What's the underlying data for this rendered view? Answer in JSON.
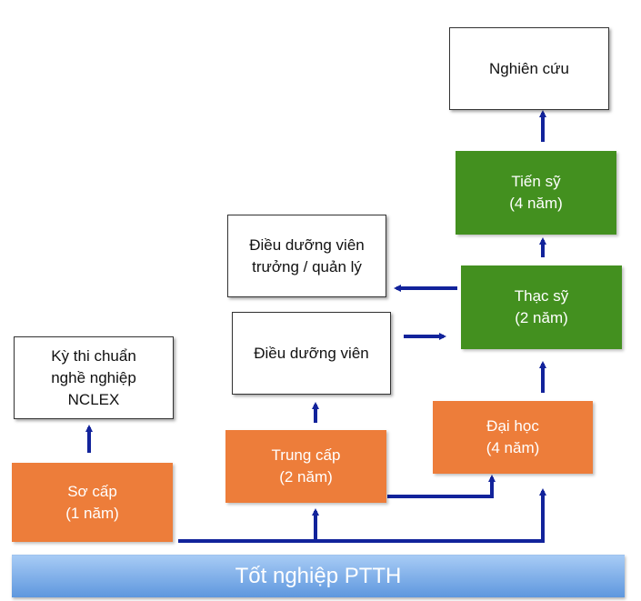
{
  "diagram": {
    "colors": {
      "vocational": "#ED7D3A",
      "postgraduate": "#43901F",
      "outcome_border": "#333333",
      "arrow": "#12239B",
      "base_top": "#A7CBF5",
      "base_bottom": "#5E97DE"
    },
    "base": {
      "label": "Tốt nghiệp PTTH"
    },
    "nodes": {
      "so_cap": {
        "line1": "Sơ cấp",
        "line2": "(1 năm)"
      },
      "trung_cap": {
        "line1": "Trung cấp",
        "line2": "(2 năm)"
      },
      "dai_hoc": {
        "line1": "Đại học",
        "line2": "(4 năm)"
      },
      "thac_sy": {
        "line1": "Thạc sỹ",
        "line2": "(2 năm)"
      },
      "tien_sy": {
        "line1": "Tiến sỹ",
        "line2": "(4 năm)"
      },
      "nclex": {
        "line1": "Kỳ thi chuẩn",
        "line2": "nghề nghiệp",
        "line3": "NCLEX"
      },
      "dieu_duong_vien": {
        "line1": "Điều dưỡng viên"
      },
      "dieu_duong_truong": {
        "line1": "Điều dưỡng viên",
        "line2": "trưởng / quản lý"
      },
      "nghien_cuu": {
        "line1": "Nghiên cứu"
      }
    },
    "edges": [
      [
        "Tốt nghiệp PTTH",
        "Trung cấp"
      ],
      [
        "Tốt nghiệp PTTH",
        "Đại học"
      ],
      [
        "Sơ cấp",
        "Kỳ thi chuẩn nghề nghiệp NCLEX"
      ],
      [
        "Trung cấp",
        "Điều dưỡng viên"
      ],
      [
        "Trung cấp",
        "Đại học"
      ],
      [
        "Điều dưỡng viên",
        "Thạc sỹ"
      ],
      [
        "Đại học",
        "Thạc sỹ"
      ],
      [
        "Thạc sỹ",
        "Điều dưỡng viên trưởng / quản lý"
      ],
      [
        "Thạc sỹ",
        "Tiến sỹ"
      ],
      [
        "Tiến sỹ",
        "Nghiên cứu"
      ]
    ]
  }
}
